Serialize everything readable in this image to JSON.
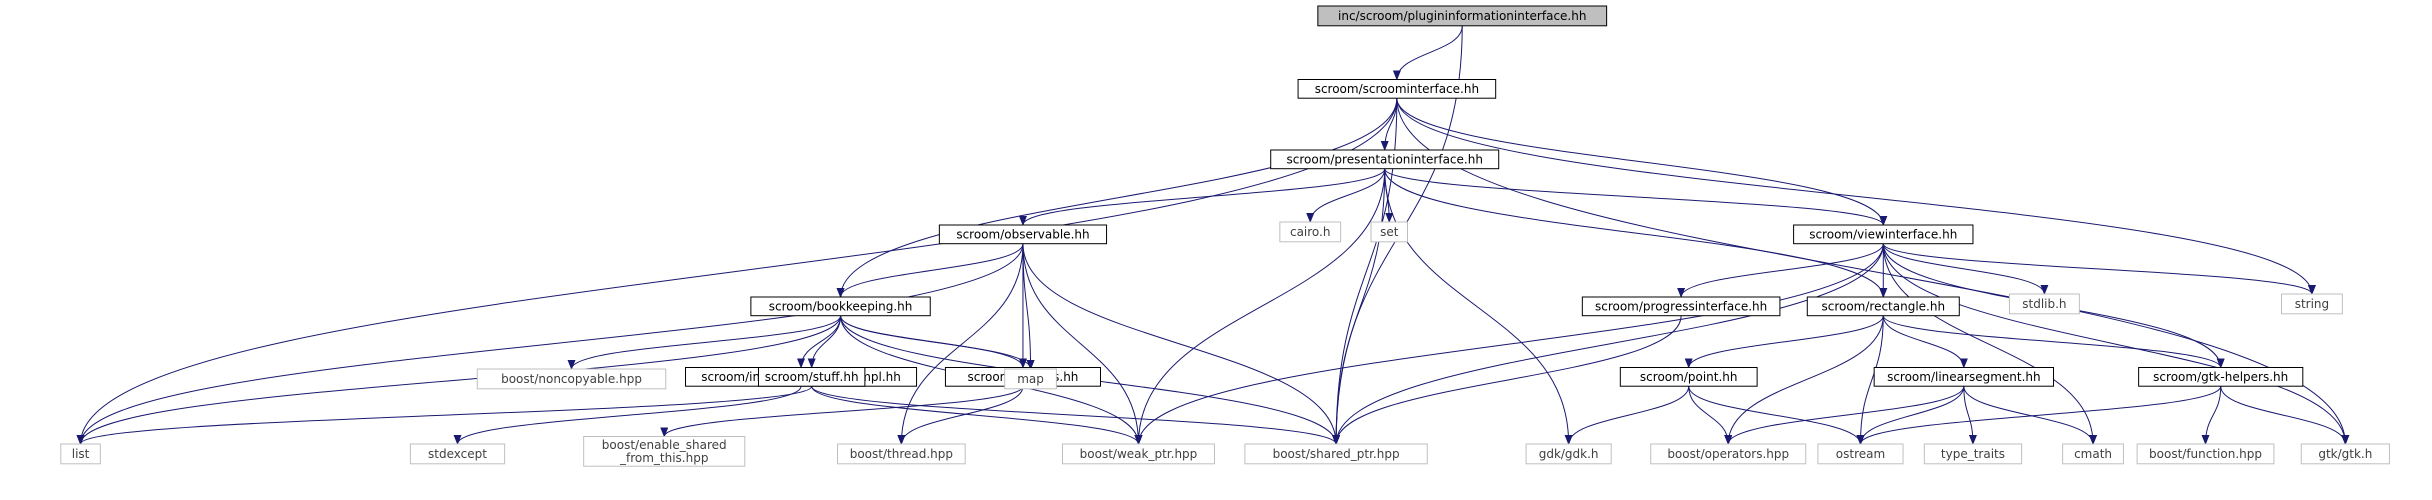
{
  "colors": {
    "background": "#ffffff",
    "edge": "#191970",
    "focus_fill": "#bfbfbf",
    "node_border": "#000000",
    "external_border": "#bfbfbf",
    "text": "#000000",
    "external_text": "#404040"
  },
  "nodes": {
    "root": {
      "label": "inc/scroom/plugininformationinterface.hh",
      "kind": "focus"
    },
    "scroominterface": {
      "label": "scroom/scroominterface.hh",
      "kind": "internal"
    },
    "presentationinterface": {
      "label": "scroom/presentationinterface.hh",
      "kind": "internal"
    },
    "observable": {
      "label": "scroom/observable.hh",
      "kind": "internal"
    },
    "viewinterface": {
      "label": "scroom/viewinterface.hh",
      "kind": "internal"
    },
    "cairo": {
      "label": "cairo.h",
      "kind": "external"
    },
    "set": {
      "label": "set",
      "kind": "external"
    },
    "bookkeeping": {
      "label": "scroom/bookkeeping.hh",
      "kind": "internal"
    },
    "progressinterface": {
      "label": "scroom/progressinterface.hh",
      "kind": "internal"
    },
    "rectangle": {
      "label": "scroom/rectangle.hh",
      "kind": "internal"
    },
    "stdlib": {
      "label": "stdlib.h",
      "kind": "external"
    },
    "string": {
      "label": "string",
      "kind": "external"
    },
    "noncopyable": {
      "label": "boost/noncopyable.hpp",
      "kind": "external"
    },
    "bookkeepingimpl": {
      "label": "scroom/impl/bookkeepingimpl.hh",
      "kind": "internal"
    },
    "utilities": {
      "label": "scroom/utilities.hh",
      "kind": "internal"
    },
    "stuff": {
      "label": "scroom/stuff.hh",
      "kind": "internal"
    },
    "map": {
      "label": "map",
      "kind": "external"
    },
    "point": {
      "label": "scroom/point.hh",
      "kind": "internal"
    },
    "linearsegment": {
      "label": "scroom/linearsegment.hh",
      "kind": "internal"
    },
    "gtkhelpers": {
      "label": "scroom/gtk-helpers.hh",
      "kind": "internal"
    },
    "list": {
      "label": "list",
      "kind": "external"
    },
    "stdexcept": {
      "label": "stdexcept",
      "kind": "external"
    },
    "enable_shared": {
      "label": "boost/enable_shared_from_this.hpp",
      "lines": [
        "boost/enable_shared",
        "_from_this.hpp"
      ],
      "kind": "external"
    },
    "thread": {
      "label": "boost/thread.hpp",
      "kind": "external"
    },
    "weak_ptr": {
      "label": "boost/weak_ptr.hpp",
      "kind": "external"
    },
    "shared_ptr": {
      "label": "boost/shared_ptr.hpp",
      "kind": "external"
    },
    "gdk": {
      "label": "gdk/gdk.h",
      "kind": "external"
    },
    "operators": {
      "label": "boost/operators.hpp",
      "kind": "external"
    },
    "ostream": {
      "label": "ostream",
      "kind": "external"
    },
    "type_traits": {
      "label": "type_traits",
      "kind": "external"
    },
    "cmath": {
      "label": "cmath",
      "kind": "external"
    },
    "function": {
      "label": "boost/function.hpp",
      "kind": "external"
    },
    "gtk": {
      "label": "gtk/gtk.h",
      "kind": "external"
    }
  },
  "edges": [
    [
      "root",
      "scroominterface"
    ],
    [
      "root",
      "shared_ptr"
    ],
    [
      "scroominterface",
      "presentationinterface"
    ],
    [
      "scroominterface",
      "bookkeeping"
    ],
    [
      "scroominterface",
      "viewinterface"
    ],
    [
      "scroominterface",
      "shared_ptr"
    ],
    [
      "scroominterface",
      "list"
    ],
    [
      "scroominterface",
      "string"
    ],
    [
      "scroominterface",
      "gtk"
    ],
    [
      "presentationinterface",
      "observable"
    ],
    [
      "presentationinterface",
      "viewinterface"
    ],
    [
      "presentationinterface",
      "rectangle"
    ],
    [
      "presentationinterface",
      "cairo"
    ],
    [
      "presentationinterface",
      "set"
    ],
    [
      "presentationinterface",
      "gdk"
    ],
    [
      "presentationinterface",
      "shared_ptr"
    ],
    [
      "presentationinterface",
      "weak_ptr"
    ],
    [
      "observable",
      "bookkeeping"
    ],
    [
      "observable",
      "utilities"
    ],
    [
      "observable",
      "map"
    ],
    [
      "observable",
      "list"
    ],
    [
      "observable",
      "thread"
    ],
    [
      "observable",
      "weak_ptr"
    ],
    [
      "observable",
      "shared_ptr"
    ],
    [
      "viewinterface",
      "progressinterface"
    ],
    [
      "viewinterface",
      "rectangle"
    ],
    [
      "viewinterface",
      "stdlib"
    ],
    [
      "viewinterface",
      "string"
    ],
    [
      "viewinterface",
      "gtkhelpers"
    ],
    [
      "viewinterface",
      "gtk"
    ],
    [
      "viewinterface",
      "cmath"
    ],
    [
      "viewinterface",
      "shared_ptr"
    ],
    [
      "viewinterface",
      "weak_ptr"
    ],
    [
      "bookkeeping",
      "noncopyable"
    ],
    [
      "bookkeeping",
      "bookkeepingimpl"
    ],
    [
      "bookkeeping",
      "utilities"
    ],
    [
      "bookkeeping",
      "stuff"
    ],
    [
      "bookkeeping",
      "map"
    ],
    [
      "bookkeeping",
      "list"
    ],
    [
      "bookkeeping",
      "weak_ptr"
    ],
    [
      "bookkeeping",
      "shared_ptr"
    ],
    [
      "bookkeepingimpl",
      "stdexcept"
    ],
    [
      "utilities",
      "enable_shared"
    ],
    [
      "utilities",
      "thread"
    ],
    [
      "stuff",
      "list"
    ],
    [
      "stuff",
      "weak_ptr"
    ],
    [
      "stuff",
      "shared_ptr"
    ],
    [
      "progressinterface",
      "shared_ptr"
    ],
    [
      "rectangle",
      "point"
    ],
    [
      "rectangle",
      "linearsegment"
    ],
    [
      "rectangle",
      "gtkhelpers"
    ],
    [
      "rectangle",
      "operators"
    ],
    [
      "rectangle",
      "ostream"
    ],
    [
      "point",
      "gdk"
    ],
    [
      "point",
      "operators"
    ],
    [
      "point",
      "ostream"
    ],
    [
      "linearsegment",
      "operators"
    ],
    [
      "linearsegment",
      "ostream"
    ],
    [
      "linearsegment",
      "type_traits"
    ],
    [
      "linearsegment",
      "cmath"
    ],
    [
      "gtkhelpers",
      "function"
    ],
    [
      "gtkhelpers",
      "gtk"
    ],
    [
      "gtkhelpers",
      "ostream"
    ]
  ]
}
